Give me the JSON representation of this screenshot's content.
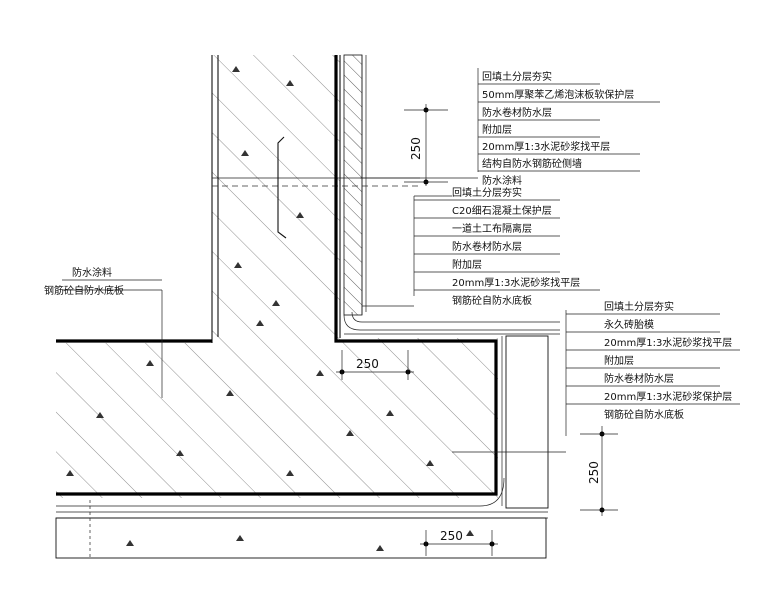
{
  "callouts": {
    "wall_top": [
      "回填土分层夯实",
      "50mm厚聚苯乙烯泡沫板软保护层",
      "防水卷材防水层",
      "附加层",
      "20mm厚1:3水泥砂浆找平层",
      "结构自防水钢筋砼侧墙",
      "防水涂料"
    ],
    "wall_base": [
      "回填土分层夯实",
      "C20细石混凝土保护层",
      "一道土工布隔离层",
      "防水卷材防水层",
      "附加层",
      "20mm厚1:3水泥砂浆找平层",
      "钢筋砼自防水底板"
    ],
    "slab_edge": [
      "回填土分层夯实",
      "永久砖胎模",
      "20mm厚1:3水泥砂浆找平层",
      "附加层",
      "防水卷材防水层",
      "20mm厚1:3水泥砂浆保护层",
      "钢筋砼自防水底板"
    ],
    "left": [
      "防水涂料",
      "钢筋砼自防水底板"
    ]
  },
  "dimensions": {
    "wall_height": "250",
    "step_width": "250",
    "edge_height": "250",
    "bottom_width": "250"
  }
}
